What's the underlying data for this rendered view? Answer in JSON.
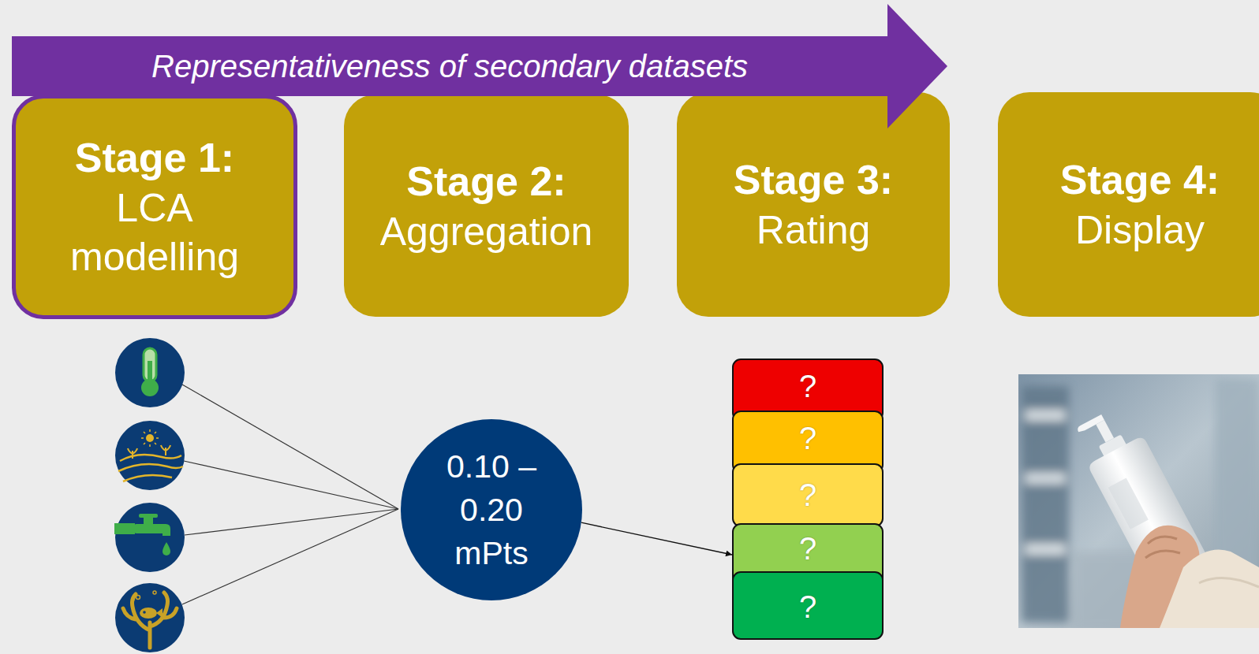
{
  "diagram": {
    "nodes": [
      {
        "text": [
          "Representativeness of secondary datasets"
        ]
      },
      {
        "text": [
          "Stage 1:",
          "LCA modelling"
        ]
      },
      {
        "text": [
          "Stage 2:",
          "Aggregation"
        ]
      },
      {
        "text": [
          "Stage 3:",
          "Rating"
        ]
      },
      {
        "text": [
          "Stage 4:",
          "Display"
        ]
      },
      {
        "text": [
          "0.10 – 0.20 mPts"
        ]
      },
      {
        "text": [
          "?"
        ]
      },
      {
        "text": [
          "?"
        ]
      },
      {
        "text": [
          "?"
        ]
      },
      {
        "text": [
          "?"
        ]
      },
      {
        "text": [
          "?"
        ]
      }
    ],
    "edges": [
      {
        "from": 5,
        "to": 9,
        "arrow": "to"
      }
    ]
  }
}
